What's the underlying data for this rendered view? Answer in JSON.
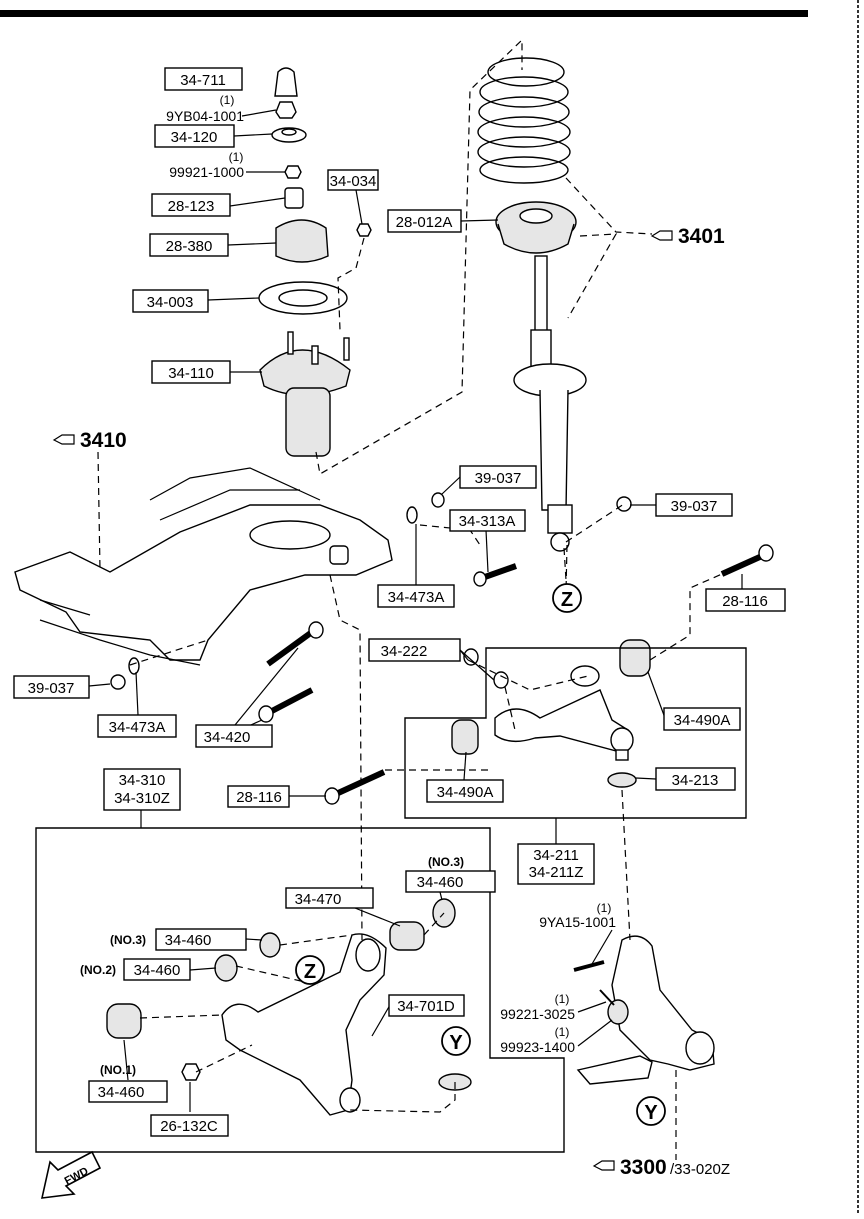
{
  "labels": {
    "p34_711": "34-711",
    "q1": "(1)",
    "p9YB04": "9YB04-1001",
    "p34_120": "34-120",
    "q2": "(1)",
    "p99921": "99921-1000",
    "p28_123": "28-123",
    "p34_034": "34-034",
    "p28_380": "28-380",
    "p28_012A": "28-012A",
    "p34_003": "34-003",
    "p34_110": "34-110",
    "p39_037a": "39-037",
    "p39_037b": "39-037",
    "p34_313A": "34-313A",
    "p34_473A_a": "34-473A",
    "p28_116a": "28-116",
    "p34_222": "34-222",
    "p34_490A_a": "34-490A",
    "p39_037c": "39-037",
    "p34_473A_b": "34-473A",
    "p34_420": "34-420",
    "p34_310": "34-310",
    "p34_310Z": "34-310Z",
    "p28_116b": "28-116",
    "p34_490A_b": "34-490A",
    "p34_213": "34-213",
    "p34_211": "34-211",
    "p34_211Z": "34-211Z",
    "no3a": "(NO.3)",
    "p34_460a": "34-460",
    "p34_470": "34-470",
    "no3b": "(NO.3)",
    "p34_460b": "34-460",
    "no2": "(NO.2)",
    "p34_460c": "34-460",
    "q3": "(1)",
    "p9YA15": "9YA15-1001",
    "p34_701D": "34-701D",
    "q4": "(1)",
    "p99221": "99221-3025",
    "q5": "(1)",
    "p99923": "99923-1400",
    "no1": "(NO.1)",
    "p34_460d": "34-460",
    "p26_132C": "26-132C",
    "zA": "Z",
    "zB": "Z",
    "yA": "Y",
    "yB": "Y",
    "fwd": "FWD"
  },
  "refs": {
    "r3401": "3401",
    "r3410": "3410",
    "r3300": "3300",
    "r3300_sub": "/33-020Z"
  },
  "icons": {
    "ref": "hand-pointer-icon"
  }
}
